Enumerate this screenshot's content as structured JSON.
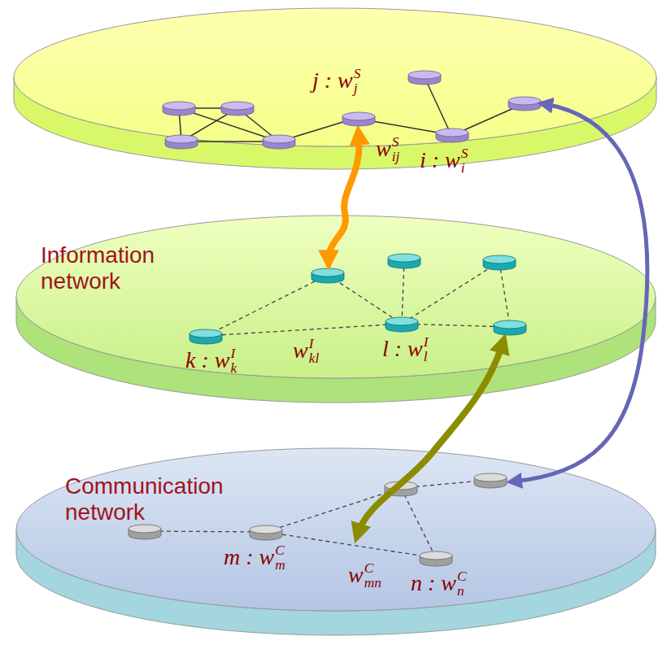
{
  "diagram": {
    "nodes": [
      {
        "text": [
          "j : w",
          "S",
          "j"
        ]
      },
      {
        "text": [
          "i : w",
          "S",
          "i"
        ]
      },
      {
        "text": [
          "Information network"
        ]
      },
      {
        "text": [
          "k : w",
          "I",
          "k"
        ],
        "in": 2
      },
      {
        "text": [
          "l : w",
          "I",
          "l"
        ],
        "in": 2
      },
      {
        "text": [
          "Communication network"
        ]
      },
      {
        "text": [
          "m : w",
          "C",
          "m"
        ],
        "in": 5
      },
      {
        "text": [
          "n : w",
          "C",
          "n"
        ],
        "in": 5
      }
    ],
    "edges": [
      {
        "from": 0,
        "to": 1,
        "arrow": "none"
      },
      {
        "from": 3,
        "to": 4,
        "arrow": "none"
      },
      {
        "from": 6,
        "to": 7,
        "arrow": "none"
      }
    ],
    "labels": [
      "w",
      "S",
      "ij",
      "w",
      "I",
      "kl",
      "w",
      "C",
      "mn"
    ]
  }
}
